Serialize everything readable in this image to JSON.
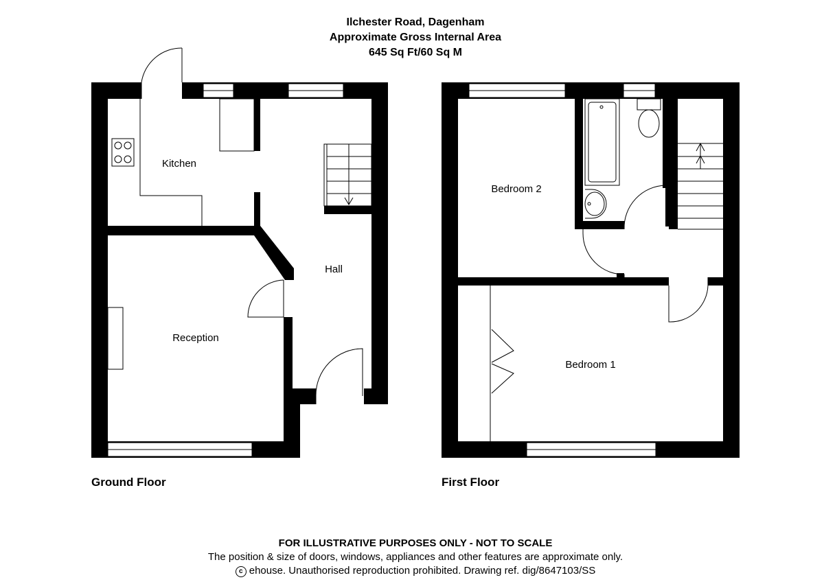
{
  "header": {
    "address": "Ilchester Road, Dagenham",
    "area_title": "Approximate Gross Internal Area",
    "area_value": "645 Sq Ft/60 Sq M"
  },
  "floors": {
    "ground": {
      "label": "Ground Floor",
      "rooms": {
        "kitchen": "Kitchen",
        "hall": "Hall",
        "reception": "Reception"
      }
    },
    "first": {
      "label": "First Floor",
      "rooms": {
        "bedroom2": "Bedroom 2",
        "bedroom1": "Bedroom 1"
      }
    }
  },
  "footer": {
    "disclaimer": "FOR ILLUSTRATIVE PURPOSES ONLY - NOT TO SCALE",
    "note": "The position & size of doors, windows, appliances and other features are approximate only.",
    "copyright_symbol": "c",
    "copyright": "ehouse. Unauthorised reproduction prohibited. Drawing ref. dig/8647103/SS"
  },
  "icons": [
    "copyright-icon",
    "hob-icon",
    "bath-icon",
    "toilet-icon",
    "basin-icon",
    "stair-arrow-icon"
  ],
  "colors": {
    "wall": "#000000",
    "background": "#ffffff"
  }
}
